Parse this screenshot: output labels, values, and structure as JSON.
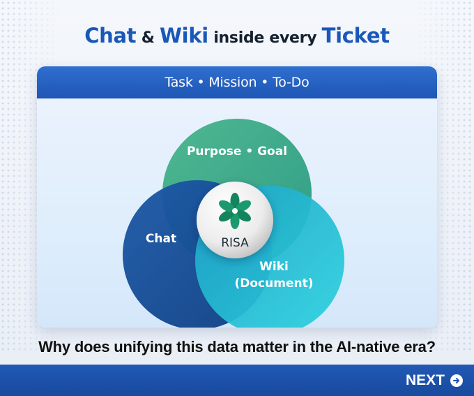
{
  "headline": {
    "word1": "Chat",
    "amp": "&",
    "word2": "Wiki",
    "middle": "inside every",
    "word3": "Ticket"
  },
  "card": {
    "header": "Task • Mission • To-Do",
    "circles": {
      "top": "Purpose • Goal",
      "left": "Chat",
      "right_line1": "Wiki",
      "right_line2": "(Document)"
    },
    "center_label": "RISA"
  },
  "question": "Why does unifying this data matter in the AI-native era?",
  "footer": {
    "next_label": "NEXT"
  },
  "colors": {
    "brand_blue": "#1a58b8",
    "purpose_green": "#3aa88a",
    "chat_blue": "#134c96",
    "wiki_cyan": "#22c3d7",
    "logo_green": "#14845e"
  },
  "icons": {
    "logo": "clover-leaf-icon",
    "next": "arrow-right-circle-icon"
  }
}
